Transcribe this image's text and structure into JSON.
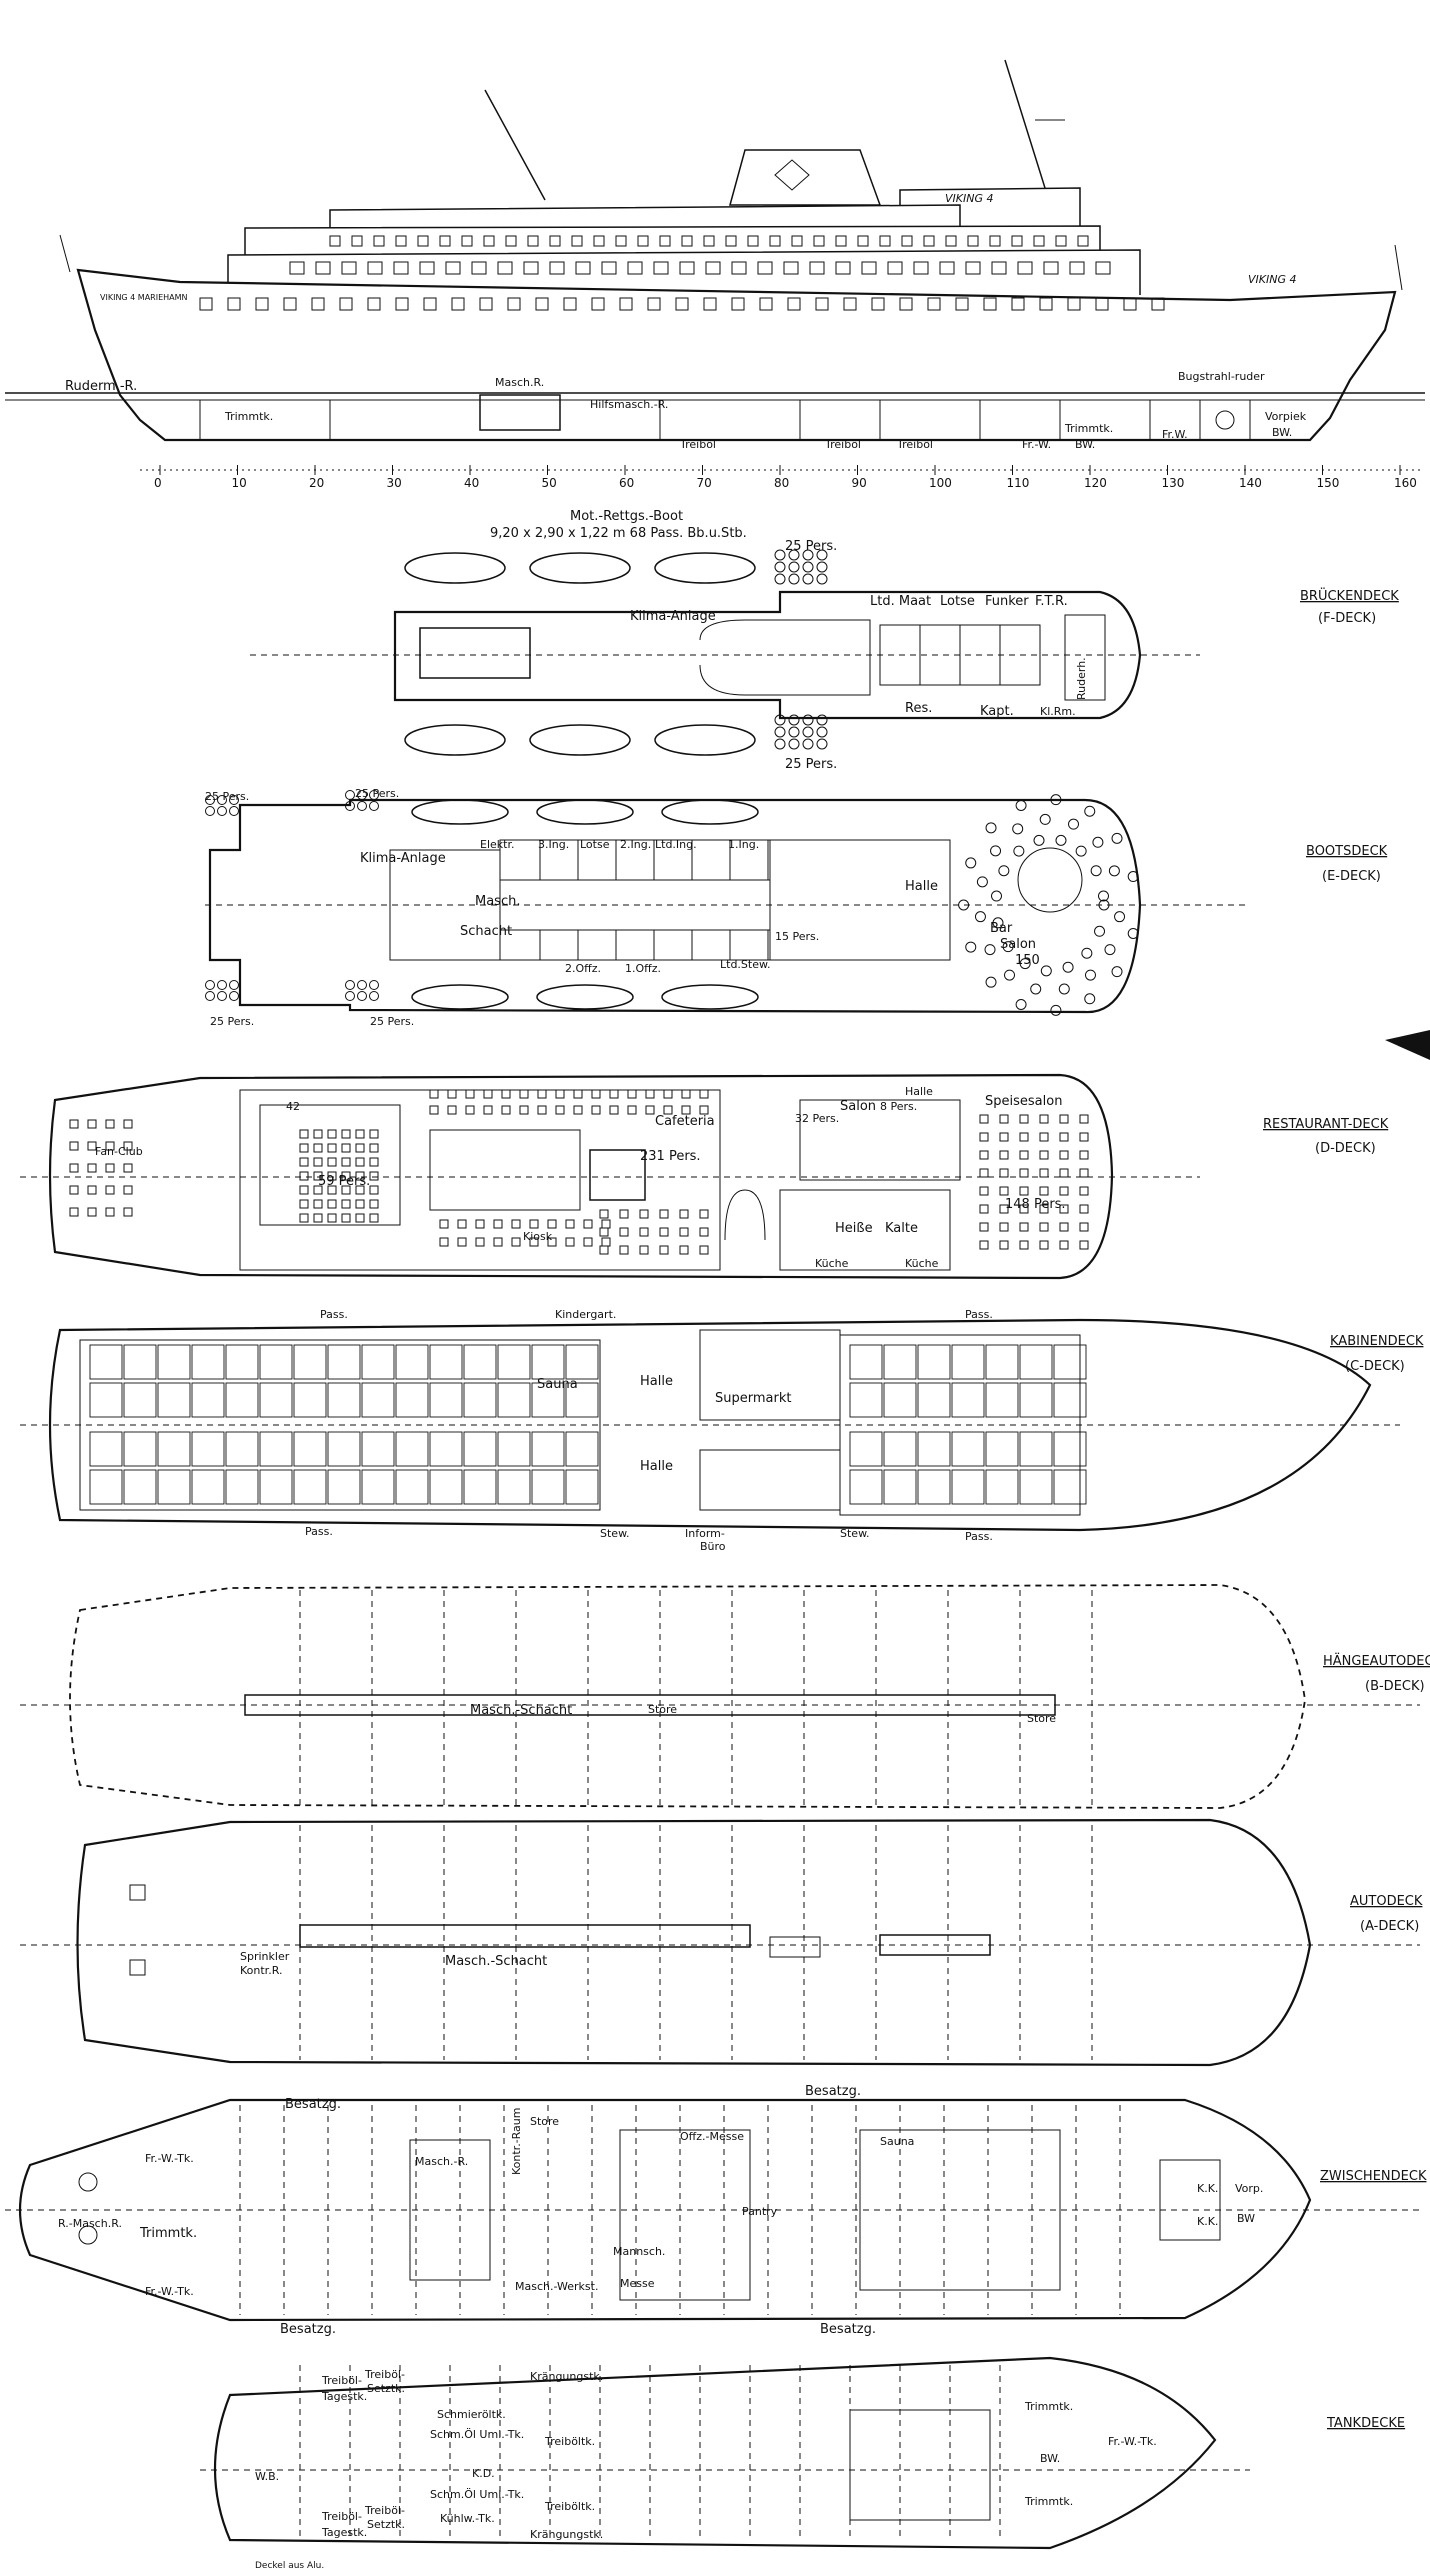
{
  "profile": {
    "ship_name_side": "VIKING 4",
    "ship_name_top": "VIKING 4",
    "stern_text": "VIKING 4 MARIEHAMN",
    "labels": {
      "ruderm": "Ruderm.-R.",
      "trimmtk_aft": "Trimmtk.",
      "maschr": "Masch.R.",
      "hilfsmasch": "Hilfsmasch.-R.",
      "treiboel1": "Treiböl",
      "treiboel2": "Treiböl",
      "treiboel3": "Treiböl",
      "frw": "Fr.-W.",
      "bw": "BW.",
      "trimmtk_fwd": "Trimmtk.",
      "frw2": "Fr.W.",
      "bugstrahl": "Bugstrahl-ruder",
      "vorpiek": "Vorpiek",
      "vorpiek_bw": "BW."
    },
    "scale": [
      "0",
      "10",
      "20",
      "30",
      "40",
      "50",
      "60",
      "70",
      "80",
      "90",
      "100",
      "110",
      "120",
      "130",
      "140",
      "150",
      "160"
    ]
  },
  "decks": {
    "f": {
      "name": "BRÜCKENDECK",
      "sub": "(F-DECK)",
      "boat_note_1": "Mot.-Rettgs.-Boot",
      "boat_note_2": "9,20 x 2,90 x 1,22 m 68 Pass. Bb.u.Stb.",
      "labels": {
        "pers_top": "25 Pers.",
        "pers_bot": "25 Pers.",
        "klima": "Klima-Anlage",
        "ltdmaat": "Ltd. Maat",
        "lotse": "Lotse",
        "funker": "Funker",
        "ftr": "F.T.R.",
        "res": "Res.",
        "kapt": "Kapt.",
        "klrm": "Kl.Rm.",
        "ruderh": "Ruderh."
      }
    },
    "e": {
      "name": "BOOTSDECK",
      "sub": "(E-DECK)",
      "labels": {
        "pers_tl": "25 Pers.",
        "pers_t2": "25 Pers.",
        "pers_bl": "25 Pers.",
        "pers_b2": "25 Pers.",
        "klima": "Klima-Anlage",
        "elektr": "Elektr.",
        "ing3": "3.Ing.",
        "lotse": "Lotse",
        "ing2": "2.Ing.",
        "ltding": "Ltd.Ing.",
        "ing1": "1.Ing.",
        "masch": "Masch.",
        "schacht": "Schacht",
        "offz2": "2.Offz.",
        "offz1": "1.Offz.",
        "ltdstew": "Ltd.Stew.",
        "halle": "Halle",
        "pers15": "15 Pers.",
        "bar": "Bar",
        "salon": "Salon",
        "salon_n": "150"
      }
    },
    "d": {
      "name": "RESTAURANT-DECK",
      "sub": "(D-DECK)",
      "labels": {
        "fanclub": "Fan-Club",
        "p42": "42",
        "p59": "59 Pers.",
        "cafeteria": "Cafeteria",
        "p231": "231 Pers.",
        "kiosk": "Kiosk",
        "p32": "32 Pers.",
        "salon": "Salon",
        "p8": "8 Pers.",
        "halle": "Halle",
        "speisesalon": "Speisesalon",
        "p148": "148 Pers.",
        "heisse": "Heiße",
        "kalte": "Kalte",
        "kueche1": "Küche",
        "kueche2": "Küche"
      }
    },
    "c": {
      "name": "KABINENDECK",
      "sub": "(C-DECK)",
      "labels": {
        "pass_tl": "Pass.",
        "kindergart": "Kindergart.",
        "pass_tr": "Pass.",
        "sauna": "Sauna",
        "halle1": "Halle",
        "halle2": "Halle",
        "supermarkt": "Supermarkt",
        "pass_bl": "Pass.",
        "stew1": "Stew.",
        "inform": "Inform-",
        "buero": "Büro",
        "stew2": "Stew.",
        "pass_br": "Pass."
      }
    },
    "b": {
      "name": "HÄNGEAUTODECK",
      "sub": "(B-DECK)",
      "labels": {
        "maschschacht": "Masch.-Schacht",
        "store1": "Store",
        "store2": "Store"
      }
    },
    "a": {
      "name": "AUTODECK",
      "sub": "(A-DECK)",
      "labels": {
        "sprinkler1": "Sprinkler",
        "sprinkler2": "Kontr.R.",
        "maschschacht": "Masch.-Schacht"
      }
    },
    "z": {
      "name": "ZWISCHENDECK",
      "sub": "",
      "labels": {
        "besatzg_tl": "Besatzg.",
        "besatzg_tr": "Besatzg.",
        "besatzg_bl": "Besatzg.",
        "besatzg_br": "Besatzg.",
        "frwtk1": "Fr.-W.-Tk.",
        "frwtk2": "Fr.-W.-Tk.",
        "rmaschr": "R.-Masch.R.",
        "trimmtk": "Trimmtk.",
        "maschr": "Masch.-R.",
        "kontr": "Kontr.-Raum",
        "store": "Store",
        "offzmesse": "Offz.-Messe",
        "pantry": "Pantry",
        "mannsch": "Mannsch.",
        "messe": "Messe",
        "maschwerkst": "Masch.-Werkst.",
        "sauna": "Sauna",
        "kk1": "K.K.",
        "kk2": "K.K.",
        "vorp": "Vorp.",
        "bw": "BW"
      }
    },
    "t": {
      "name": "TANKDECKE",
      "sub": "",
      "labels": {
        "treiboel_t": "Treiböl-",
        "tagestk_t": "Tagestk.",
        "treiboel_s": "Treiböl-",
        "setztk_t": "Setztk.",
        "schmieroel": "Schmieröltk.",
        "schmuml1": "Schm.Öl Uml.-Tk.",
        "kraeng1": "Krängungstk.",
        "treiboeltk1": "Treiböltk.",
        "kd": "K.D.",
        "schmuml2": "Schm.Öl Uml.-Tk.",
        "kuehlw": "Kühlw.-Tk.",
        "treiboeltk2": "Treiböltk.",
        "kraeng2": "Krängungstk.",
        "treiboel_b": "Treiböl-",
        "tagestk_b": "Tagestk.",
        "treiboel_sb": "Treiböl-",
        "setztk_b": "Setztk.",
        "trimmtk1": "Trimmtk.",
        "bw": "BW.",
        "frwtk": "Fr.-W.-Tk.",
        "trimmtk2": "Trimmtk.",
        "wb": "W.B.",
        "footnote": "Deckel aus Alu."
      }
    }
  }
}
